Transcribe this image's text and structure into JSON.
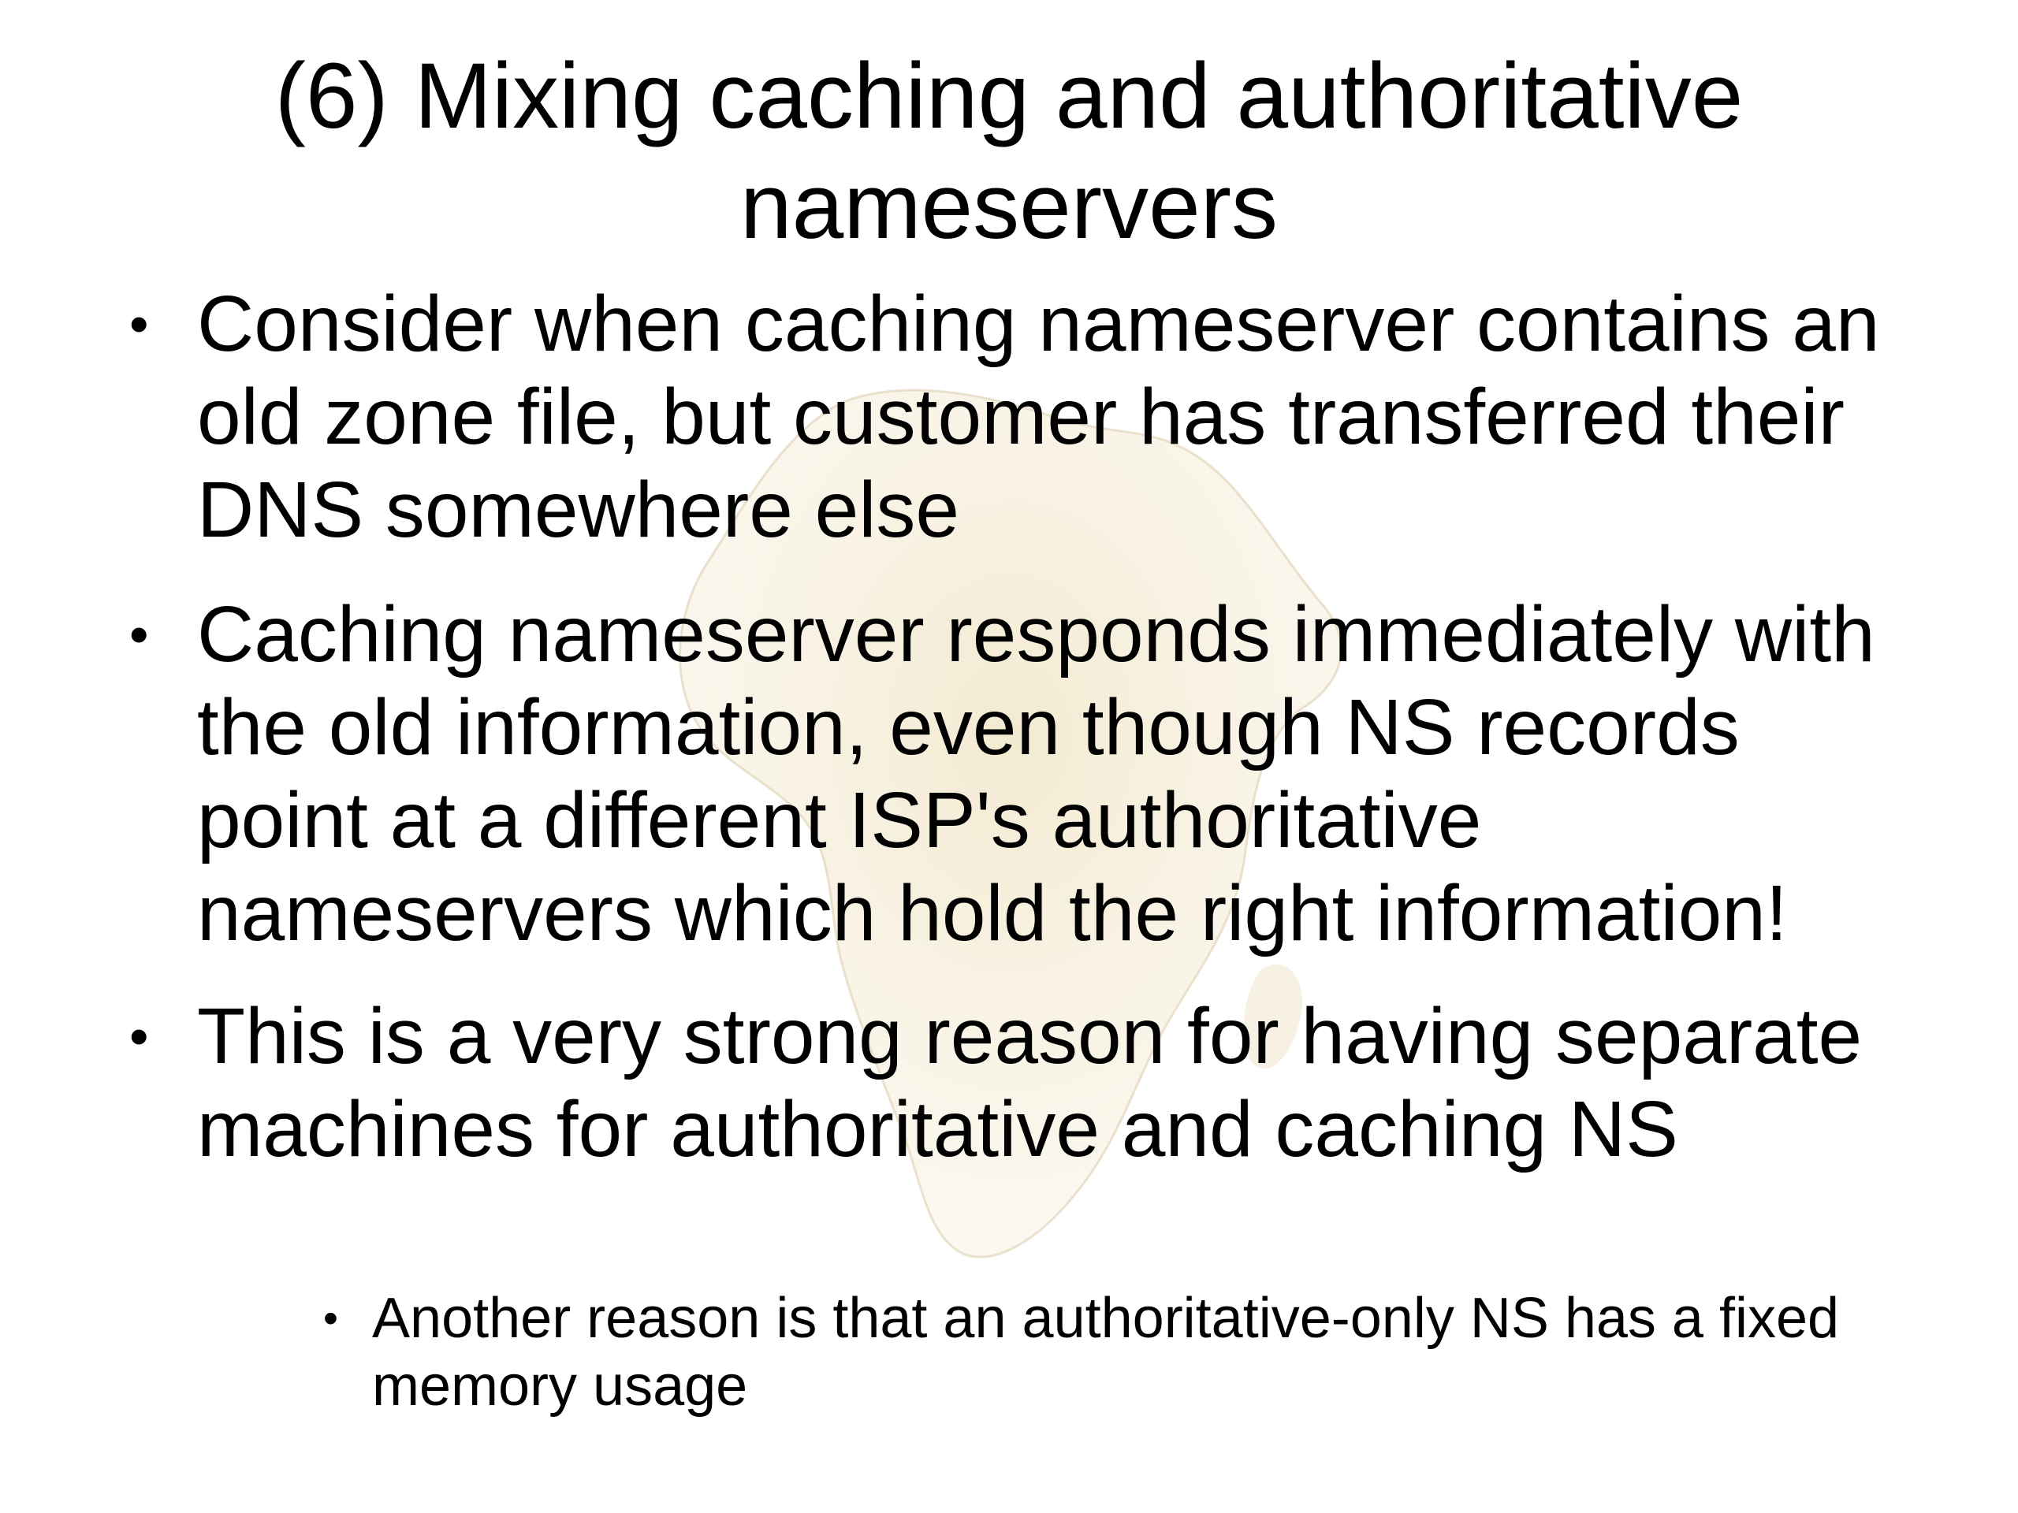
{
  "slide": {
    "title": "(6) Mixing caching and authoritative nameservers",
    "bullets": [
      {
        "text": "Consider when caching nameserver contains an old zone file, but customer has transferred their DNS somewhere else"
      },
      {
        "text": "Caching nameserver responds immediately with the old information, even though NS records point at a different ISP's authoritative nameservers which hold the right information!"
      },
      {
        "text": "This is a very strong reason for having separate machines for authoritative and caching NS"
      }
    ],
    "sub_bullets": [
      {
        "text": "Another reason is that an authoritative-only NS has a fixed memory usage"
      }
    ],
    "bullet_glyph": "•",
    "colors": {
      "background": "#ffffff",
      "text": "#000000",
      "watermark": "#e8d9b0"
    },
    "watermark_icon": "africa-map-icon"
  }
}
